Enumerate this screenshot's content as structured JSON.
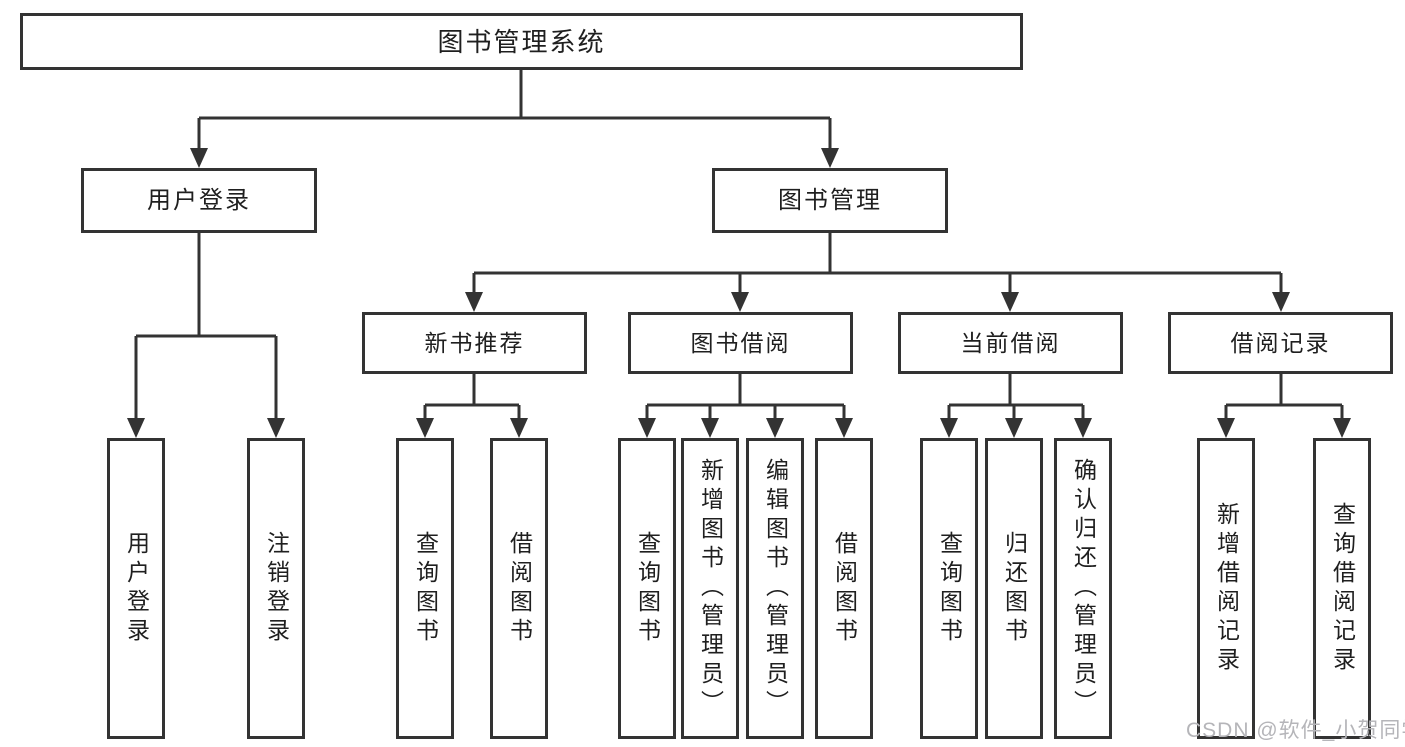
{
  "colors": {
    "line": "#333333",
    "box_border": "#333333",
    "text": "#1f1f1f",
    "watermark": "#b5b5b9",
    "background": "#ffffff"
  },
  "watermark": {
    "text": "CSDN @软件_小贺同学"
  },
  "diagram": {
    "root": {
      "label": "图书管理系统"
    },
    "level2": [
      {
        "label": "用户登录",
        "parent": "图书管理系统"
      },
      {
        "label": "图书管理",
        "parent": "图书管理系统"
      }
    ],
    "level3": [
      {
        "label": "新书推荐",
        "parent": "图书管理"
      },
      {
        "label": "图书借阅",
        "parent": "图书管理"
      },
      {
        "label": "当前借阅",
        "parent": "图书管理"
      },
      {
        "label": "借阅记录",
        "parent": "图书管理"
      }
    ],
    "leaves": [
      {
        "label": "用户登录",
        "parent": "用户登录"
      },
      {
        "label": "注销登录",
        "parent": "用户登录"
      },
      {
        "label": "查询图书",
        "parent": "新书推荐"
      },
      {
        "label": "借阅图书",
        "parent": "新书推荐"
      },
      {
        "label": "查询图书",
        "parent": "图书借阅"
      },
      {
        "label": "新增图书（管理员）",
        "parent": "图书借阅"
      },
      {
        "label": "编辑图书（管理员）",
        "parent": "图书借阅"
      },
      {
        "label": "借阅图书",
        "parent": "图书借阅"
      },
      {
        "label": "查询图书",
        "parent": "当前借阅"
      },
      {
        "label": "归还图书",
        "parent": "当前借阅"
      },
      {
        "label": "确认归还（管理员）",
        "parent": "当前借阅"
      },
      {
        "label": "新增借阅记录",
        "parent": "借阅记录"
      },
      {
        "label": "查询借阅记录",
        "parent": "借阅记录"
      }
    ]
  }
}
